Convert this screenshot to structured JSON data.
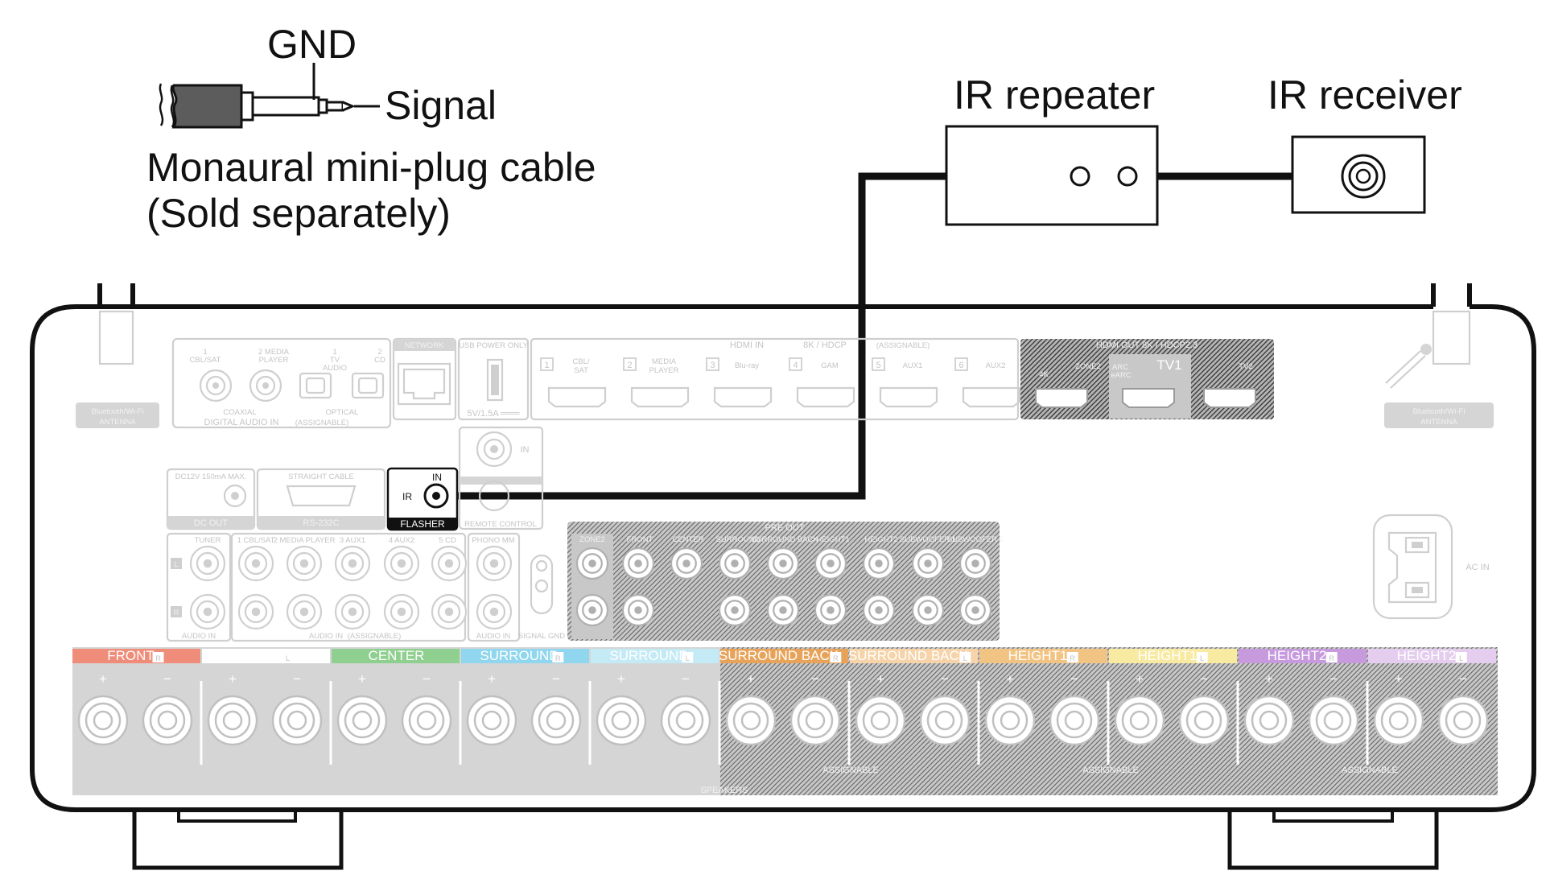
{
  "cable": {
    "gnd_label": "GND",
    "signal_label": "Signal",
    "name_line1": "Monaural mini-plug cable",
    "name_line2": "(Sold separately)"
  },
  "devices": {
    "repeater_label": "IR repeater",
    "receiver_label": "IR receiver"
  },
  "panel": {
    "antenna_left": [
      "Bluetooth/Wi-Fi",
      "ANTENNA"
    ],
    "antenna_right": [
      "Bluetooth/Wi-Fi",
      "ANTENNA"
    ],
    "digital_in": {
      "jacks": [
        [
          "1",
          "CBL/SAT"
        ],
        [
          "2 MEDIA",
          "PLAYER"
        ],
        [
          "1",
          "TV",
          "AUDIO"
        ],
        [
          "2",
          "CD"
        ]
      ],
      "coaxial": "COAXIAL",
      "optical": "OPTICAL",
      "footer": "DIGITAL AUDIO IN",
      "assignable": "(ASSIGNABLE)"
    },
    "network": "NETWORK",
    "usb": {
      "top": "USB POWER ONLY",
      "bottom": "5V/1.5A ═══"
    },
    "hdmi_in": {
      "title": "HDMI IN",
      "spec": "8K / HDCP",
      "assignable": "(ASSIGNABLE)",
      "inputs": [
        {
          "num": "1",
          "name": [
            "CBL/",
            "SAT"
          ]
        },
        {
          "num": "2",
          "name": [
            "MEDIA",
            "PLAYER"
          ]
        },
        {
          "num": "3",
          "name": [
            "Blu-ray"
          ]
        },
        {
          "num": "4",
          "name": [
            "GAM"
          ]
        },
        {
          "num": "5",
          "name": [
            "AUX1"
          ]
        },
        {
          "num": "6",
          "name": [
            "AUX2"
          ]
        }
      ]
    },
    "hdmi_out": {
      "title": "HDMI OUT  8K / HDCP2.3",
      "zone2": "ZONE2",
      "tv1": "TV1",
      "tv2": "TV2",
      "arc": "ARC",
      "earc": "eARC",
      "fourk": "4K"
    },
    "remote": {
      "in": "IN",
      "label": "REMOTE CONTROL"
    },
    "dc_out": {
      "spec": "DC12V 150mA MAX.",
      "label": "DC OUT"
    },
    "rs232c": {
      "top": "STRAIGHT CABLE",
      "label": "RS-232C"
    },
    "flasher": {
      "in": "IN",
      "ir": "IR",
      "label": "FLASHER"
    },
    "audio_in": {
      "tuner": "TUNER",
      "inputs": [
        "1 CBL/SAT",
        "2 MEDIA PLAYER",
        "3 AUX1",
        "4 AUX2",
        "5 CD"
      ],
      "phono": "PHONO MM",
      "footer_tuner": "AUDIO IN",
      "footer_main": "AUDIO IN",
      "assignable": "(ASSIGNABLE)",
      "footer_phono": "AUDIO IN",
      "signal_gnd": "SIGNAL GND",
      "l": "L",
      "r": "R"
    },
    "pre_out": {
      "title": "PRE OUT",
      "zone2": "ZONE2",
      "channels": [
        "FRONT",
        "CENTER",
        "SURROUND",
        "SURROUND BACK",
        "HEIGHT1",
        "HEIGHT2",
        "SUBWOOFER 1",
        "SUBWOOFER 2"
      ]
    },
    "ac_in": "AC IN",
    "speakers": {
      "footer": "SPEAKERS",
      "assignable": "ASSIGNABLE",
      "plus": "+",
      "minus": "−",
      "groups": [
        {
          "label": "FRONT",
          "side": "R",
          "color": "#f08c7a"
        },
        {
          "label": "FRONT",
          "side": "L",
          "color": "#ffffff"
        },
        {
          "label": "CENTER",
          "side": "",
          "color": "#8fcf8f"
        },
        {
          "label": "SURROUND",
          "side": "R",
          "color": "#8fd6ee"
        },
        {
          "label": "SURROUND",
          "side": "L",
          "color": "#c4eaf6"
        },
        {
          "label": "SURROUND BACK",
          "side": "R",
          "color": "#e8a35a"
        },
        {
          "label": "SURROUND BACK",
          "side": "L",
          "color": "#f6d3a8"
        },
        {
          "label": "HEIGHT1",
          "side": "R",
          "color": "#f2c484"
        },
        {
          "label": "HEIGHT1",
          "side": "L",
          "color": "#f8eaa0"
        },
        {
          "label": "HEIGHT2",
          "side": "R",
          "color": "#c79ade"
        },
        {
          "label": "HEIGHT2",
          "side": "L",
          "color": "#e4cdee"
        }
      ]
    }
  }
}
